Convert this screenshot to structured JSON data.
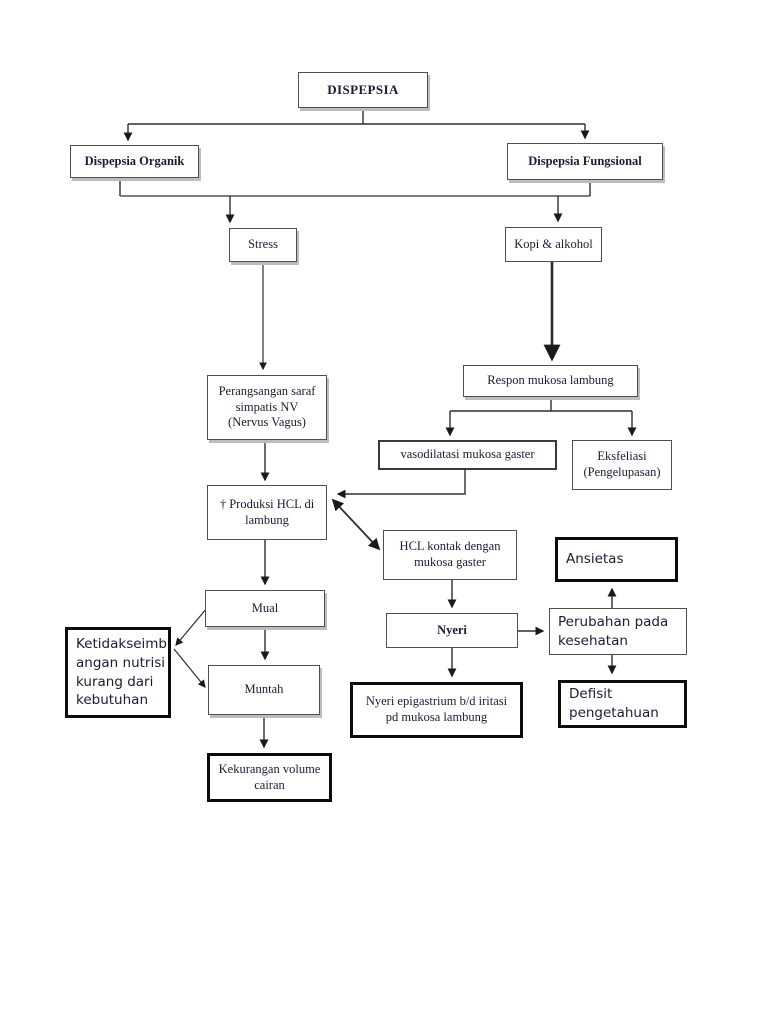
{
  "diagram": {
    "nodes": {
      "dispepsia": {
        "label": "DISPEPSIA"
      },
      "organik": {
        "label": "Dispepsia Organik"
      },
      "fungsional": {
        "label": "Dispepsia Fungsional"
      },
      "stress": {
        "label": "Stress"
      },
      "kopi": {
        "label": "Kopi & alkohol"
      },
      "perangsangan": {
        "label": "Perangsangan saraf\nsimpatis NV\n(Nervus Vagus)"
      },
      "respon": {
        "label": "Respon mukosa lambung"
      },
      "vasodilatasi": {
        "label": "vasodilatasi mukosa gaster"
      },
      "eksfeliasi": {
        "label": "Eksfeliasi\n(Pengelupasan)"
      },
      "produksi": {
        "label": "† Produksi HCL di\nlambung"
      },
      "hcl_kontak": {
        "label": "HCL kontak dengan\nmukosa gaster"
      },
      "mual": {
        "label": "Mual"
      },
      "muntah": {
        "label": "Muntah"
      },
      "kekurangan": {
        "label": "Kekurangan volume\ncairan"
      },
      "ketidakseimbangan": {
        "label": "Ketidakseimb\nangan nutrisi\nkurang dari\nkebutuhan"
      },
      "nyeri": {
        "label": "Nyeri"
      },
      "nyeri_epigastrium": {
        "label": "Nyeri epigastrium b/d iritasi\npd mukosa lambung"
      },
      "ansietas": {
        "label": "Ansietas"
      },
      "perubahan": {
        "label": "Perubahan pada\nkesehatan"
      },
      "defisit": {
        "label": "Defisit\npengetahuan"
      }
    },
    "edges": [
      {
        "from": "dispepsia",
        "to": "organik"
      },
      {
        "from": "dispepsia",
        "to": "fungsional"
      },
      {
        "from": "organik",
        "to": "stress"
      },
      {
        "from": "fungsional",
        "to": "kopi"
      },
      {
        "from": "stress",
        "to": "perangsangan"
      },
      {
        "from": "kopi",
        "to": "respon"
      },
      {
        "from": "perangsangan",
        "to": "produksi"
      },
      {
        "from": "respon",
        "to": "vasodilatasi"
      },
      {
        "from": "respon",
        "to": "eksfeliasi"
      },
      {
        "from": "vasodilatasi",
        "to": "produksi"
      },
      {
        "from": "produksi",
        "to": "hcl_kontak",
        "bidirectional": true
      },
      {
        "from": "produksi",
        "to": "mual"
      },
      {
        "from": "mual",
        "to": "muntah"
      },
      {
        "from": "muntah",
        "to": "kekurangan"
      },
      {
        "from": "mual",
        "to": "ketidakseimbangan"
      },
      {
        "from": "ketidakseimbangan",
        "to": "muntah"
      },
      {
        "from": "hcl_kontak",
        "to": "nyeri"
      },
      {
        "from": "nyeri",
        "to": "nyeri_epigastrium"
      },
      {
        "from": "nyeri",
        "to": "perubahan"
      },
      {
        "from": "perubahan",
        "to": "ansietas"
      },
      {
        "from": "perubahan",
        "to": "defisit"
      }
    ],
    "colors": {
      "background": "#ffffff",
      "text": "#1b1b33",
      "border_thin": "#4f4f4f",
      "border_thick": "#0c0c0c",
      "edge": "#2e2e2e"
    }
  }
}
